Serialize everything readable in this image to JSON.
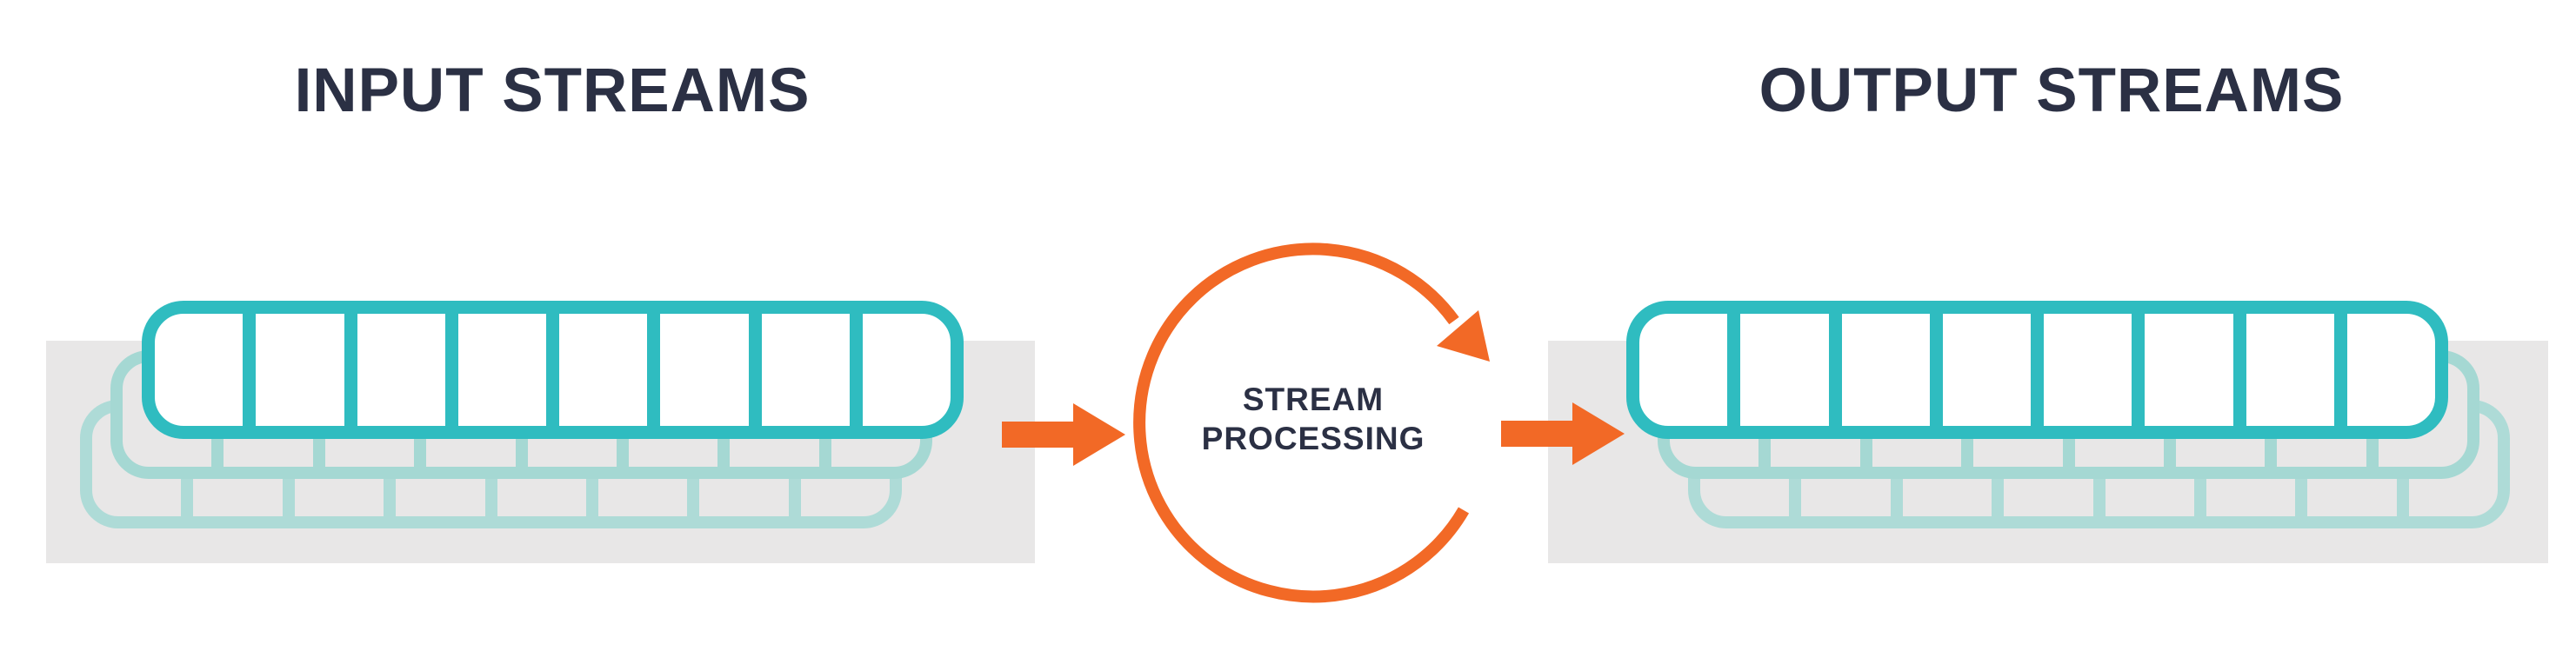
{
  "input": {
    "title": "INPUT STREAMS"
  },
  "output": {
    "title": "OUTPUT STREAMS"
  },
  "processor": {
    "label": "STREAM PROCESSING",
    "lines": [
      "STREAM",
      "PROCESSING"
    ]
  },
  "streams": {
    "segments_per_stream": 8,
    "layers_per_group": 3
  },
  "colors": {
    "teal": "#2FBCC0",
    "teal_faded_middle": "#A5D8D3",
    "teal_faded_back": "#AEDBD7",
    "orange": "#F26926",
    "navy": "#2B3044",
    "gray_bed": "#E8E7E7",
    "white": "#FFFFFF"
  }
}
